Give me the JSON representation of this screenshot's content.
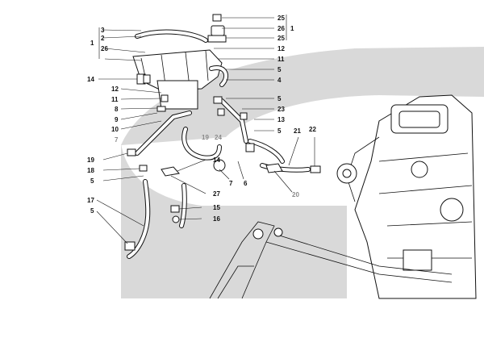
{
  "callouts": {
    "c25a": "25",
    "c26a": "26",
    "c25b": "25",
    "c1r": "1",
    "c3": "3",
    "c2": "2",
    "c1l": "1",
    "c26l": "26",
    "c12r": "12",
    "c11r": "11",
    "c14": "14",
    "c5a": "5",
    "c4": "4",
    "c12l": "12",
    "c11l": "11",
    "c5b": "5",
    "c8": "8",
    "c23": "23",
    "c9": "9",
    "c22": "22",
    "c13": "13",
    "c10": "10",
    "c7g": "7",
    "c19g": "19",
    "c24": "24",
    "c5c": "5",
    "c21": "21",
    "c19": "19",
    "c18": "18",
    "c5d": "5",
    "c7": "7",
    "c6": "6",
    "c14b": "14",
    "c27": "27",
    "c20": "20",
    "c17": "17",
    "c5e": "5",
    "c15": "15",
    "c16": "16"
  },
  "colors": {
    "band": "#d8d8d8",
    "line": "#111111",
    "grey_label": "#8a8a8a"
  }
}
